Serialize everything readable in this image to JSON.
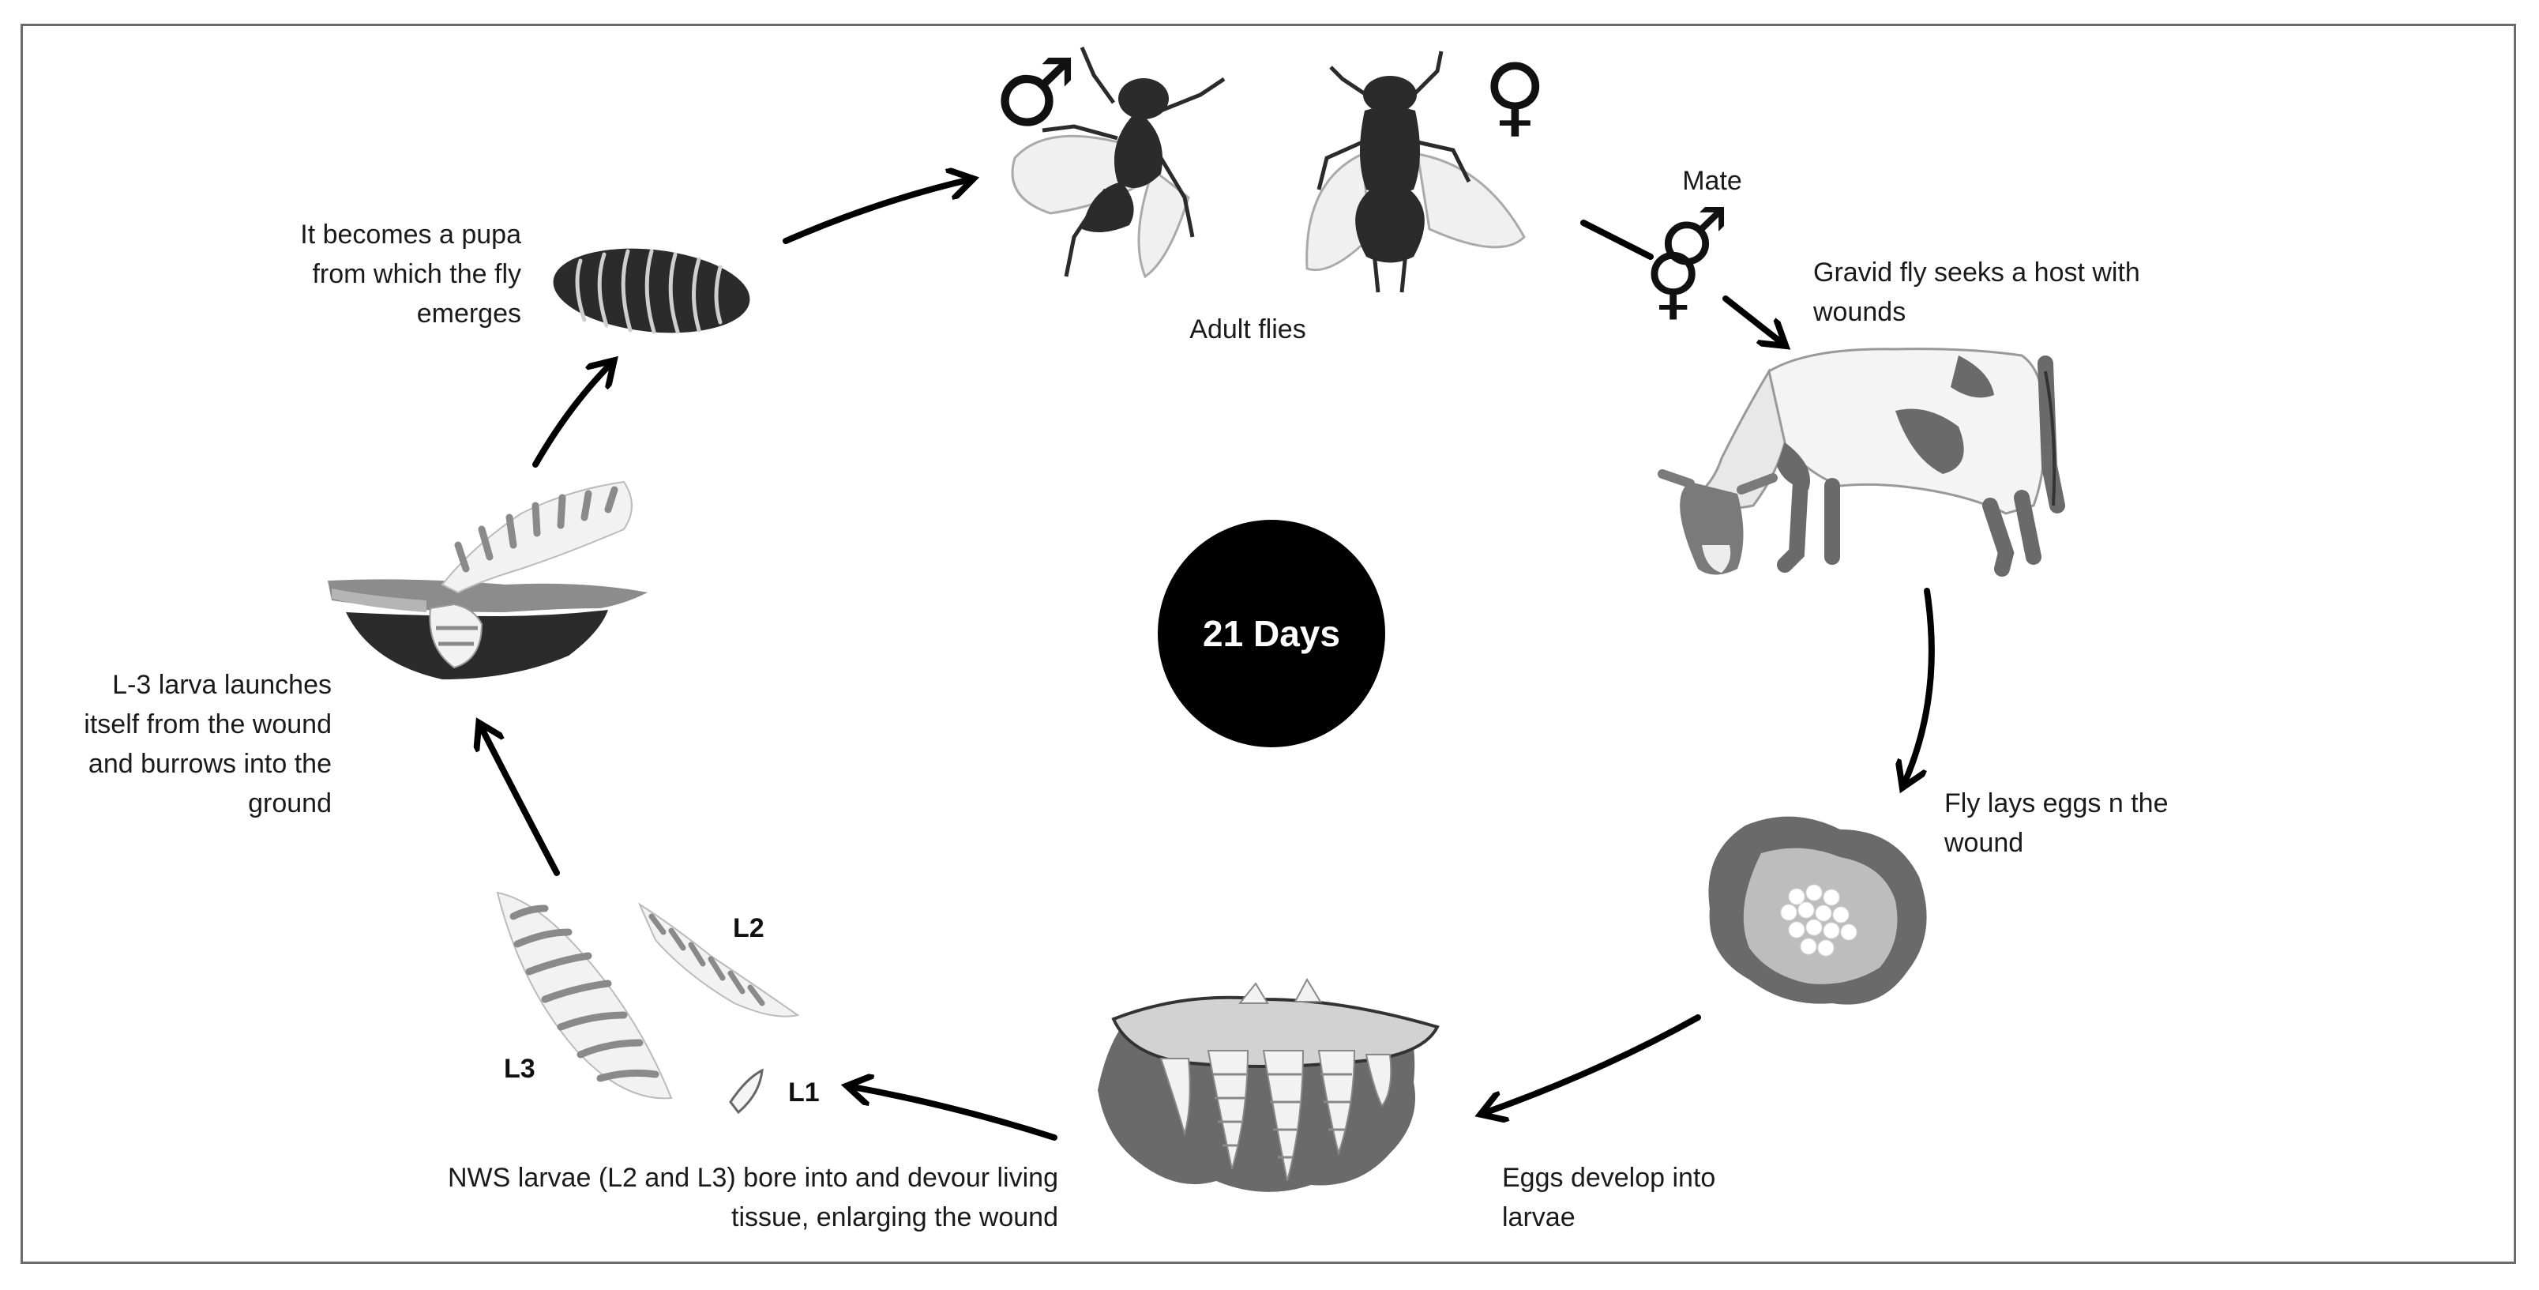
{
  "center": {
    "label": "21 Days"
  },
  "stages": {
    "adult_flies": "Adult flies",
    "mate": "Mate",
    "gravid_line1": "Gravid fly seeks a host with",
    "gravid_line2": "wounds",
    "eggs_line1": "Fly lays eggs n the",
    "eggs_line2": "wound",
    "develop_line1": "Eggs develop into",
    "develop_line2": "larvae",
    "devour_line1": "NWS larvae (L2 and L3) bore into and devour living",
    "devour_line2": "tissue, enlarging the wound",
    "launch_line1": "L-3 larva launches",
    "launch_line2": "itself from the wound",
    "launch_line3": "and burrows into the",
    "launch_line4": "ground",
    "pupa_line1": "It becomes a pupa",
    "pupa_line2": "from which the fly",
    "pupa_line3": "emerges"
  },
  "larva_tags": {
    "l1": "L1",
    "l2": "L2",
    "l3": "L3"
  },
  "symbols": {
    "male": "♂",
    "female": "♀"
  },
  "colors": {
    "ink": "#1a1a1a",
    "dark": "#2b2b2b",
    "mid_gray": "#6d6d6d",
    "light_gray": "#b8b8b8",
    "pale": "#f2f2f2"
  }
}
